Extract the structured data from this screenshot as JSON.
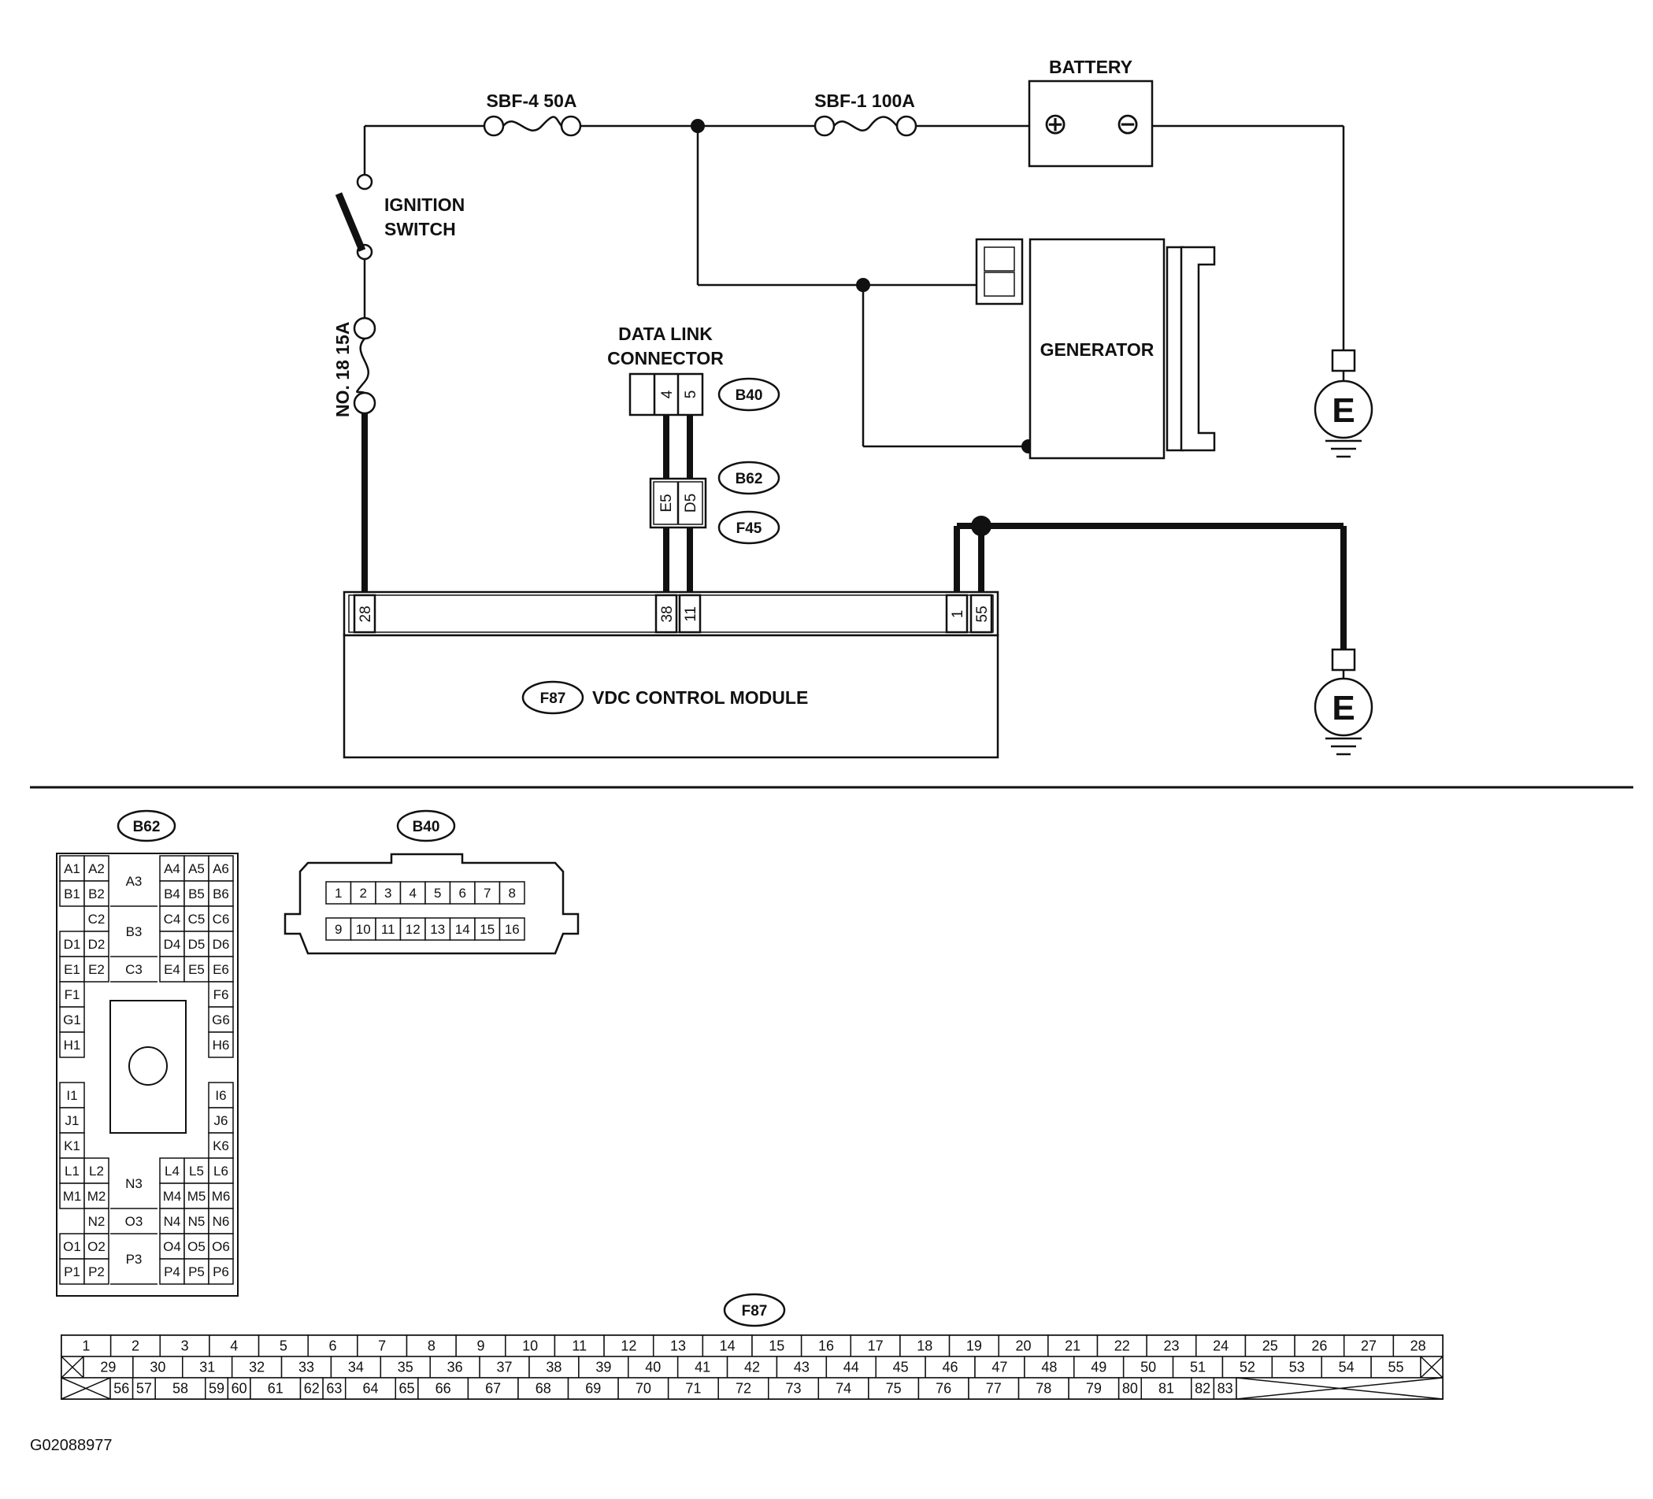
{
  "labels": {
    "battery": "BATTERY",
    "fuse_sbf4": "SBF-4 50A",
    "fuse_sbf1": "SBF-1 100A",
    "ignition_line1": "IGNITION",
    "ignition_line2": "SWITCH",
    "fuse_no18": "NO. 18 15A",
    "dlc_line1": "DATA LINK",
    "dlc_line2": "CONNECTOR",
    "generator": "GENERATOR",
    "module": "VDC CONTROL MODULE",
    "ground": "E",
    "battery_plus": "⊕",
    "battery_minus": "⊖"
  },
  "connectors": {
    "b40": "B40",
    "b62": "B62",
    "f45": "F45",
    "f87": "F87"
  },
  "pins": {
    "dlc_4": "4",
    "dlc_5": "5",
    "b62_e5": "E5",
    "b62_d5": "D5",
    "m_28": "28",
    "m_38": "38",
    "m_11": "11",
    "m_1": "1",
    "m_55": "55"
  },
  "b62_layout": {
    "left": [
      [
        "A1",
        "A2"
      ],
      [
        "B1",
        "B2"
      ],
      [
        "",
        "C2"
      ],
      [
        "D1",
        "D2"
      ],
      [
        "E1",
        "E2"
      ],
      [
        "F1",
        ""
      ],
      [
        "G1",
        ""
      ],
      [
        "H1",
        ""
      ],
      [
        "",
        ""
      ],
      [
        "I1",
        ""
      ],
      [
        "J1",
        ""
      ],
      [
        "K1",
        ""
      ],
      [
        "L1",
        "L2"
      ],
      [
        "M1",
        "M2"
      ],
      [
        "",
        "N2"
      ],
      [
        "O1",
        "O2"
      ],
      [
        "P1",
        "P2"
      ]
    ],
    "right": [
      [
        "A4",
        "A5",
        "A6"
      ],
      [
        "B4",
        "B5",
        "B6"
      ],
      [
        "C4",
        "C5",
        "C6"
      ],
      [
        "D4",
        "D5",
        "D6"
      ],
      [
        "E4",
        "E5",
        "E6"
      ],
      [
        "",
        "",
        "F6"
      ],
      [
        "",
        "",
        "G6"
      ],
      [
        "",
        "",
        "H6"
      ],
      [
        "",
        "",
        ""
      ],
      [
        "",
        "",
        "I6"
      ],
      [
        "",
        "",
        "J6"
      ],
      [
        "",
        "",
        "K6"
      ],
      [
        "L4",
        "L5",
        "L6"
      ],
      [
        "M4",
        "M5",
        "M6"
      ],
      [
        "N4",
        "N5",
        "N6"
      ],
      [
        "O4",
        "O5",
        "O6"
      ],
      [
        "P4",
        "P5",
        "P6"
      ]
    ],
    "center": [
      "A3",
      "B3",
      "C3",
      "N3",
      "O3",
      "P3"
    ]
  },
  "b40_top": [
    "1",
    "2",
    "3",
    "4",
    "5",
    "6",
    "7",
    "8"
  ],
  "b40_bottom": [
    "9",
    "10",
    "11",
    "12",
    "13",
    "14",
    "15",
    "16"
  ],
  "f87_row1": [
    "1",
    "2",
    "3",
    "4",
    "5",
    "6",
    "7",
    "8",
    "9",
    "10",
    "11",
    "12",
    "13",
    "14",
    "15",
    "16",
    "17",
    "18",
    "19",
    "20",
    "21",
    "22",
    "23",
    "24",
    "25",
    "26",
    "27",
    "28"
  ],
  "f87_row2": [
    "29",
    "30",
    "31",
    "32",
    "33",
    "34",
    "35",
    "36",
    "37",
    "38",
    "39",
    "40",
    "41",
    "42",
    "43",
    "44",
    "45",
    "46",
    "47",
    "48",
    "49",
    "50",
    "51",
    "52",
    "53",
    "54",
    "55"
  ],
  "f87_row3": [
    "56",
    "57",
    "58",
    "59",
    "60",
    "61",
    "62",
    "63",
    "64",
    "65",
    "66",
    "67",
    "68",
    "69",
    "70",
    "71",
    "72",
    "73",
    "74",
    "75",
    "76",
    "77",
    "78",
    "79",
    "80",
    "81",
    "82",
    "83"
  ],
  "figure_id": "G02088977"
}
